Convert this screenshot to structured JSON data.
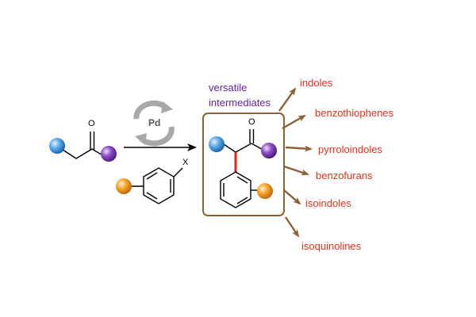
{
  "catalyst": {
    "label": "Pd"
  },
  "atoms": {
    "oxygen": "O",
    "halide": "X"
  },
  "intermediate": {
    "line1": "versatile",
    "line2": "intermediates"
  },
  "products": [
    "indoles",
    "benzothiophenes",
    "pyrroloindoles",
    "benzofurans",
    "isoindoles",
    "isoquinolines"
  ],
  "colors": {
    "product_text": "#e8301c",
    "intermediate_text": "#6a1fa0",
    "box_border": "#8c6239",
    "arrow_brown": "#8c6239",
    "new_bond": "#e2231a",
    "ball_blue": "#3d8fd6",
    "ball_purple": "#7d3fb0",
    "ball_orange": "#f39a1e",
    "pd_arrow_gray": "#a8a8a8"
  },
  "icons": [
    "recycle-arrows-icon"
  ]
}
